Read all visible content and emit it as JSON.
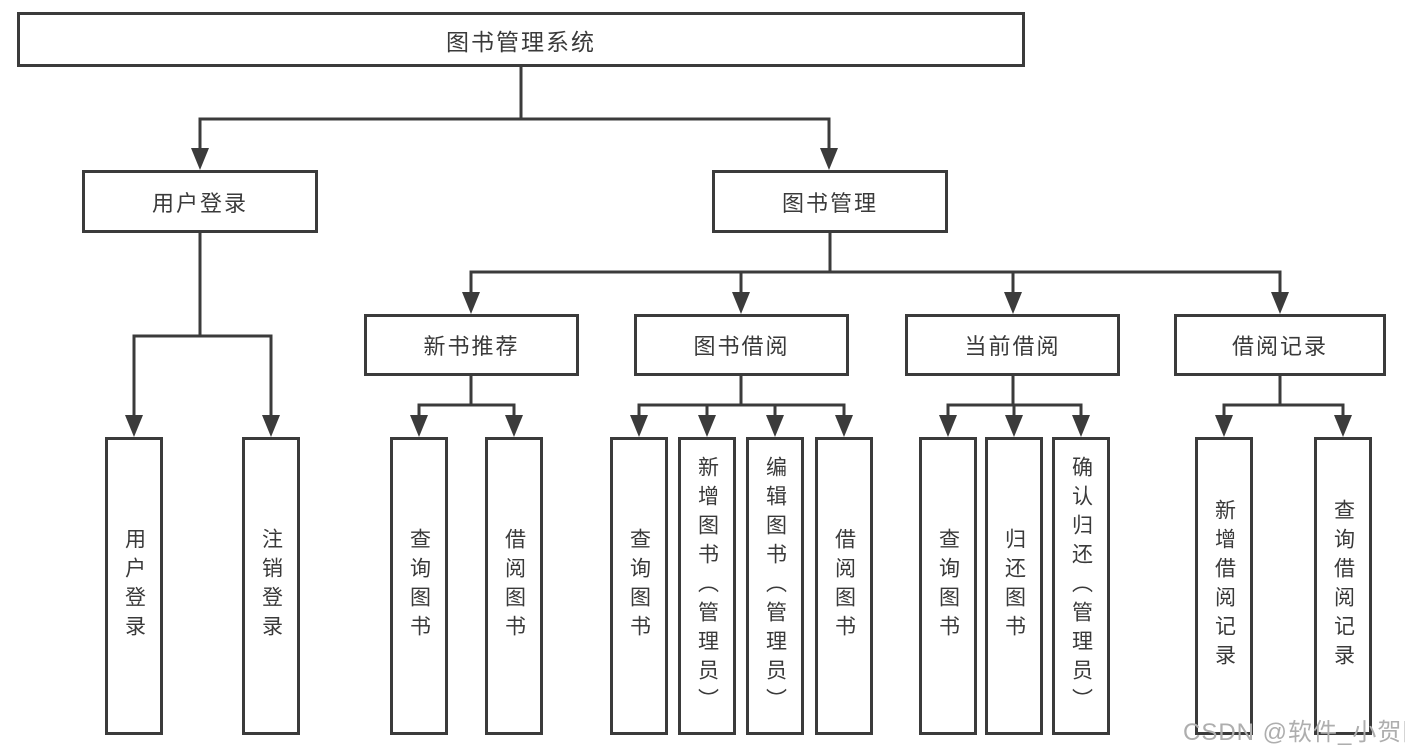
{
  "diagram": {
    "root": {
      "label": "图书管理系统"
    },
    "branches": [
      {
        "label": "用户登录",
        "children": [
          {
            "label": "用户登录"
          },
          {
            "label": "注销登录"
          }
        ]
      },
      {
        "label": "图书管理",
        "children": [
          {
            "label": "新书推荐",
            "children": [
              {
                "label": "查询图书"
              },
              {
                "label": "借阅图书"
              }
            ]
          },
          {
            "label": "图书借阅",
            "children": [
              {
                "label": "查询图书"
              },
              {
                "label": "新增图书（管理员）"
              },
              {
                "label": "编辑图书（管理员）"
              },
              {
                "label": "借阅图书"
              }
            ]
          },
          {
            "label": "当前借阅",
            "children": [
              {
                "label": "查询图书"
              },
              {
                "label": "归还图书"
              },
              {
                "label": "确认归还（管理员）"
              }
            ]
          },
          {
            "label": "借阅记录",
            "children": [
              {
                "label": "新增借阅记录"
              },
              {
                "label": "查询借阅记录"
              }
            ]
          }
        ]
      }
    ],
    "watermark": "CSDN @软件_小贺同学"
  },
  "colors": {
    "line": "#3b3b3b",
    "text": "#3a3a3a",
    "background": "#ffffff",
    "watermark": "#aeaeae"
  }
}
